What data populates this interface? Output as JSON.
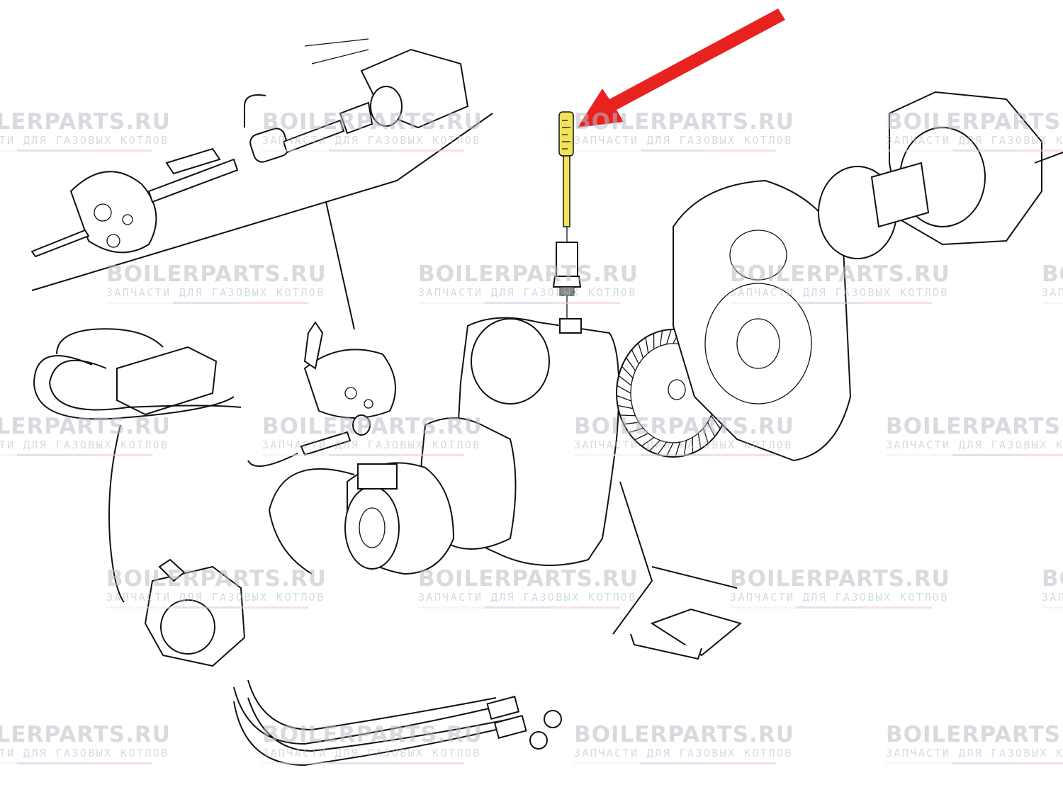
{
  "diagram": {
    "title_hidden": null,
    "highlight_color": "#f2e25a",
    "arrow_color": "#e8231f",
    "highlighted_part": "electrode"
  },
  "watermark": {
    "brand": "BOILERPARTS.RU",
    "subtitle": "ЗАПЧАСТИ ДЛЯ ГАЗОВЫХ КОТЛОВ"
  }
}
